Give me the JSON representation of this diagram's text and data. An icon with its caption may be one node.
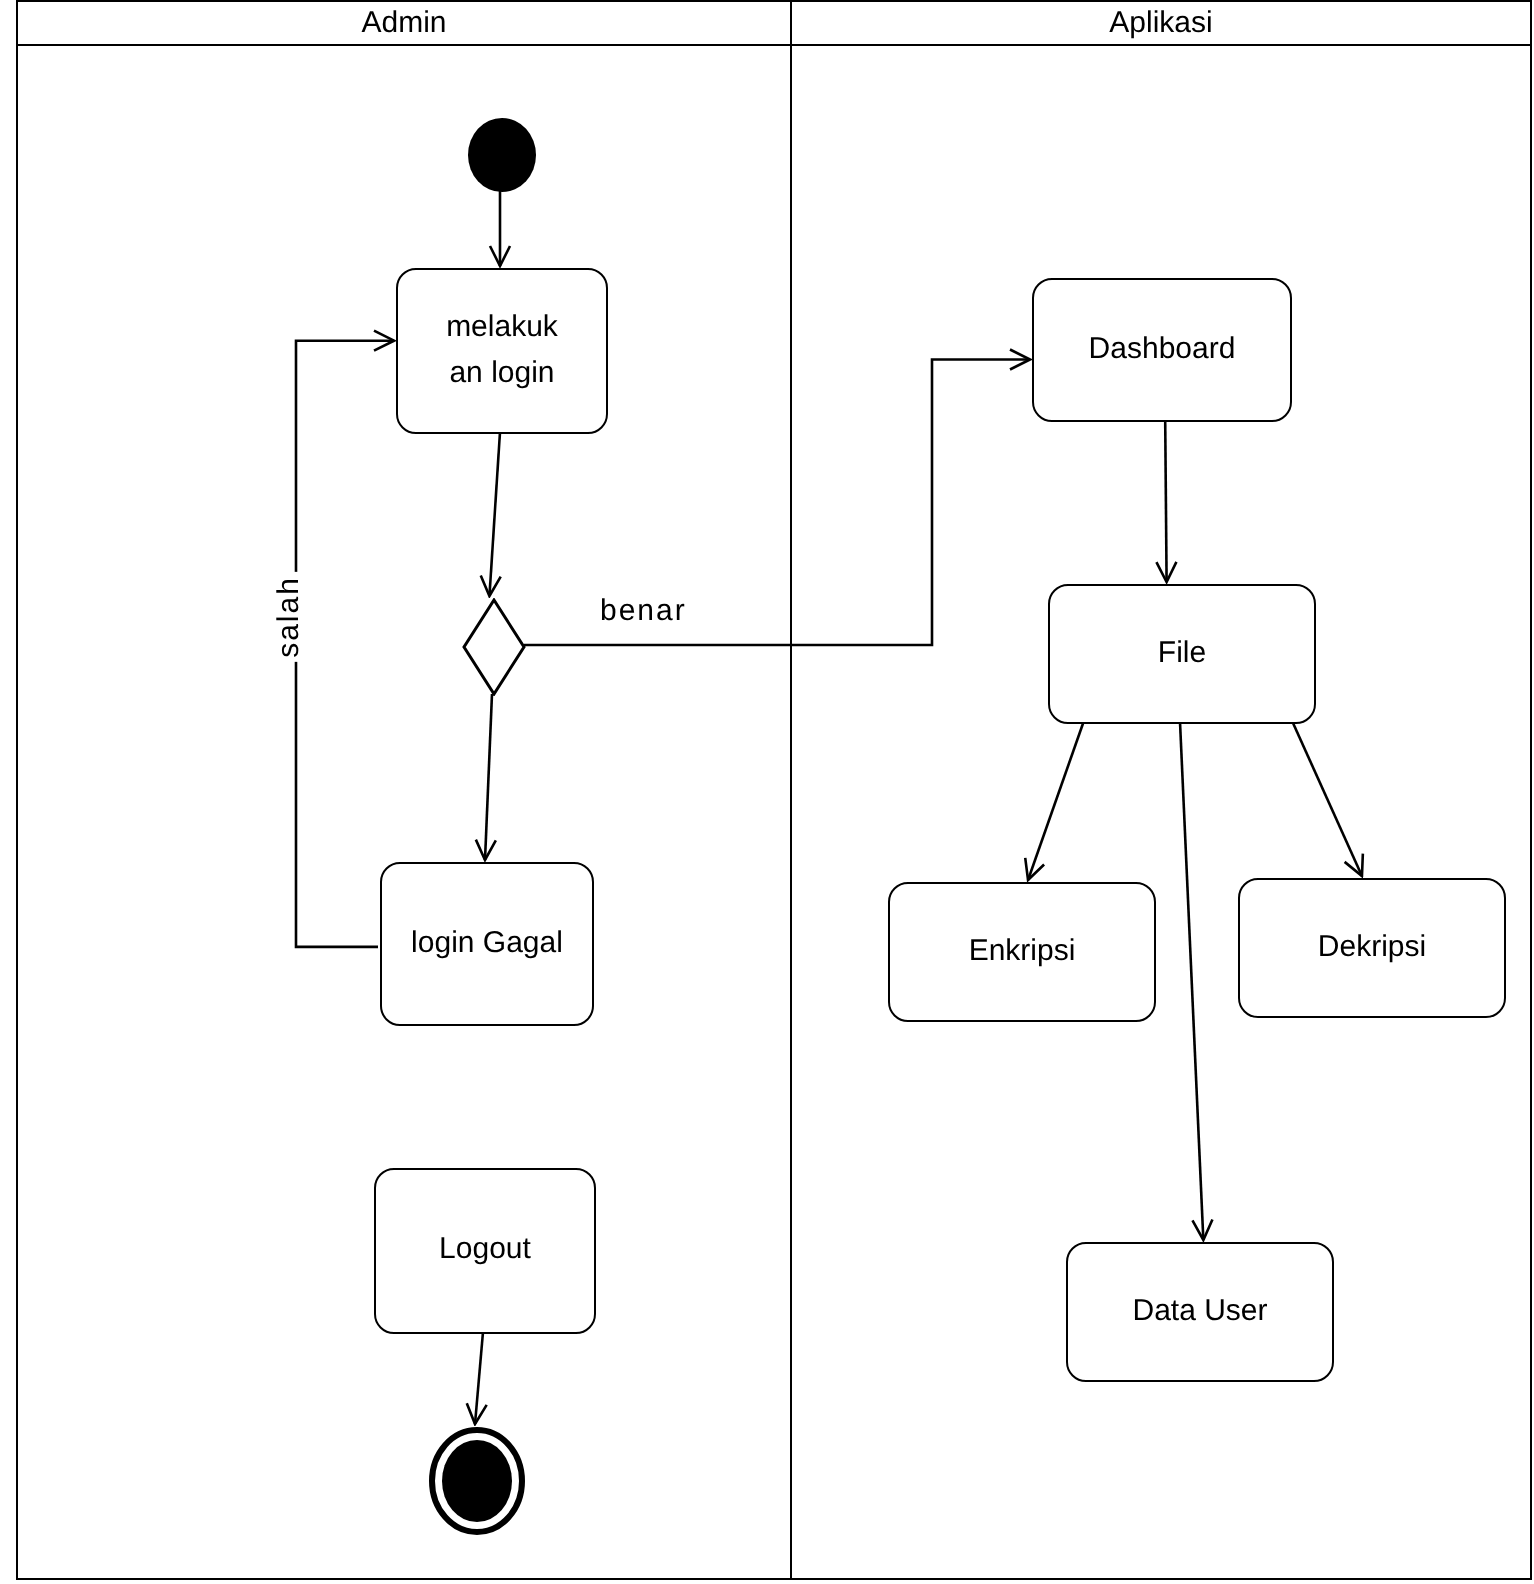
{
  "diagram": {
    "nodes": [
      {
        "text": [
          "Admin"
        ]
      },
      {
        "text": [
          "Aplikasi"
        ]
      },
      {
        "text": [],
        "shape": "circle",
        "in": 0
      },
      {
        "text": [
          "melakuk an login"
        ],
        "in": 0
      },
      {
        "text": [],
        "shape": "diamond",
        "in": 0
      },
      {
        "text": [
          "login Gagal"
        ],
        "in": 0
      },
      {
        "text": [
          "Logout"
        ],
        "in": 0
      },
      {
        "text": [],
        "shape": "circle",
        "in": 0
      },
      {
        "text": [
          "Dashboard"
        ],
        "in": 1
      },
      {
        "text": [
          "File"
        ],
        "in": 1
      },
      {
        "text": [
          "Enkripsi"
        ],
        "in": 1
      },
      {
        "text": [
          "Dekripsi"
        ],
        "in": 1
      },
      {
        "text": [
          "Data User"
        ],
        "in": 1
      }
    ],
    "edges": [
      {
        "from": 2,
        "to": 3,
        "arrow": "to"
      },
      {
        "from": 3,
        "to": 4,
        "arrow": "to"
      },
      {
        "from": 4,
        "to": 5,
        "arrow": "to"
      },
      {
        "from": 5,
        "to": 3,
        "arrow": "to",
        "label": "salah"
      },
      {
        "from": 4,
        "to": 8,
        "arrow": "to",
        "label": "benar"
      },
      {
        "from": 8,
        "to": 9,
        "arrow": "to"
      },
      {
        "from": 9,
        "to": 10,
        "arrow": "to"
      },
      {
        "from": 9,
        "to": 11,
        "arrow": "to"
      },
      {
        "from": 9,
        "to": 12,
        "arrow": "to"
      },
      {
        "from": 6,
        "to": 7,
        "arrow": "to"
      }
    ]
  }
}
